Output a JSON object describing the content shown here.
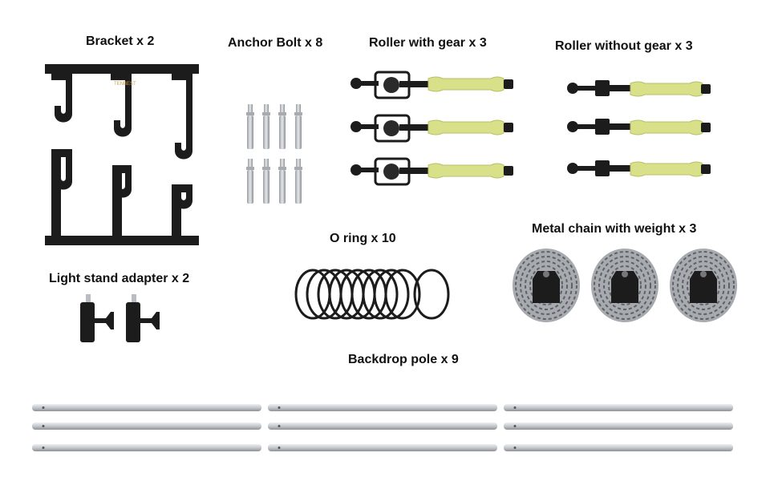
{
  "brand": {
    "logo_text": "TENBEST"
  },
  "labels": {
    "bracket": "Bracket x 2",
    "anchor_bolt": "Anchor Bolt x 8",
    "roller_gear": "Roller with gear x 3",
    "roller_no_gear": "Roller without gear x 3",
    "light_adapter": "Light stand adapter x 2",
    "o_ring": "O ring x 10",
    "metal_chain": "Metal chain with weight x 3",
    "backdrop_pole": "Backdrop pole x 9"
  },
  "colors": {
    "background": "#ffffff",
    "black_metal": "#1c1c1c",
    "roller_yellow": "#d9e08a",
    "silver": "#c9ccd0",
    "chain": "#8a8d91"
  }
}
